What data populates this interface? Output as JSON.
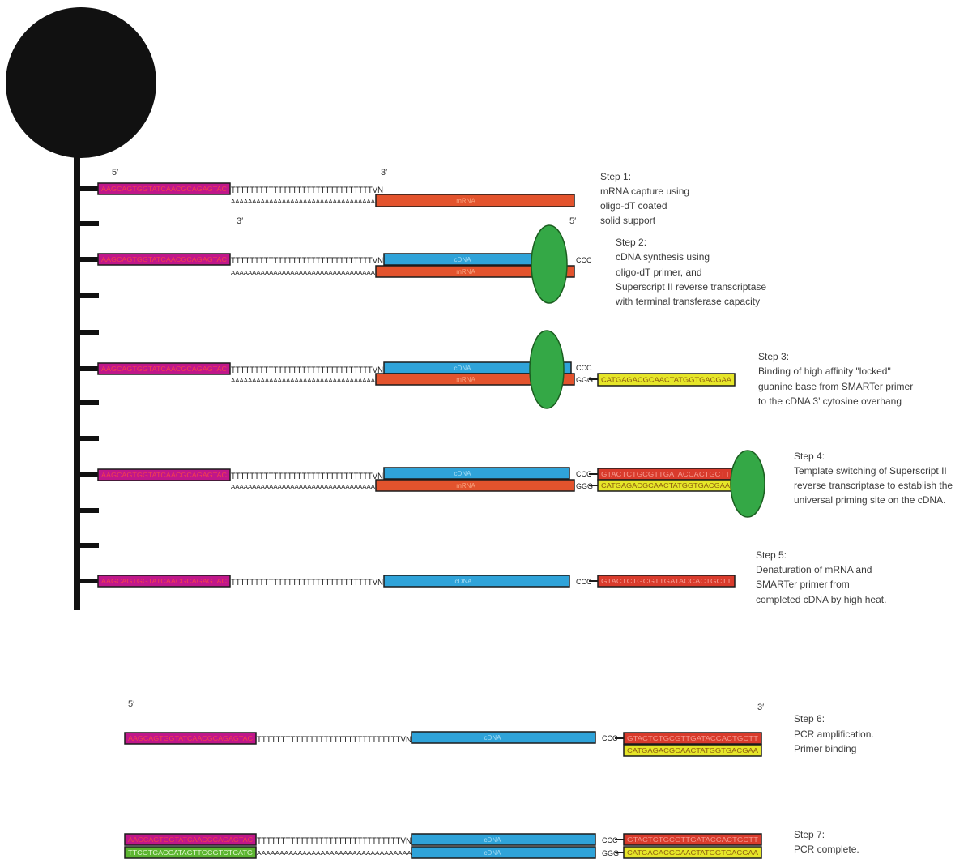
{
  "labels": {
    "five_prime": "5′",
    "three_prime": "3′"
  },
  "strands": {
    "mrna": "mRNA",
    "cdna": "cDNA"
  },
  "sequences": {
    "oligo_primer": "AAGCAGTGGTATCAACGCAGAGTAC",
    "poly_t": "TTTTTTTTTTTTTTTTTTTTTTTTTTTTTTVN",
    "poly_a": "AAAAAAAAAAAAAAAAAAAAAAAAAAAAAAAAAA",
    "overhang_c": "CCC",
    "overhang_g": "GGG",
    "smarter_oligo": "CATGAGACGCAACTATGGTGACGAA",
    "smarter_complement": "GTACTCTGCGTTGATACCACTGCTT",
    "primer_complement": "TTCGTCACCATAGTTGCGTCTCATG"
  },
  "steps": [
    {
      "title": "Step 1:",
      "lines": [
        "mRNA capture using",
        "oligo-dT coated",
        "solid support"
      ]
    },
    {
      "title": "Step 2:",
      "lines": [
        "cDNA synthesis using",
        "oligo-dT primer, and",
        "Superscript II reverse transcriptase",
        "with terminal transferase capacity"
      ]
    },
    {
      "title": "Step 3:",
      "lines": [
        "Binding of high affinity \"locked\"",
        "guanine base from SMARTer primer",
        "to the cDNA 3’ cytosine overhang"
      ]
    },
    {
      "title": "Step 4:",
      "lines": [
        "Template switching of Superscript II",
        "reverse transcriptase to establish the",
        "universal priming site on the cDNA."
      ]
    },
    {
      "title": "Step 5:",
      "lines": [
        "Denaturation of mRNA and",
        "SMARTer primer from",
        "completed cDNA by high heat."
      ]
    },
    {
      "title": "Step 6:",
      "lines": [
        "PCR amplification.",
        "Primer binding"
      ]
    },
    {
      "title": "Step 7:",
      "lines": [
        "PCR complete."
      ]
    }
  ],
  "colors": {
    "bead": "#111111",
    "oligo_primer": "#c0178a",
    "oligo_primer_text": "#f2404f",
    "mrna": "#e3532d",
    "mrna_text": "#f7a37f",
    "cdna": "#2fa3d9",
    "cdna_text": "#a9def5",
    "smarter_complement": "#d93b2c",
    "smarter_complement_text": "#f59c92",
    "smarter_oligo": "#e6e629",
    "smarter_oligo_text": "#8a5a10",
    "primer_complement": "#5cb531",
    "primer_complement_text": "#e2f5d2",
    "enzyme": "#34a846"
  }
}
